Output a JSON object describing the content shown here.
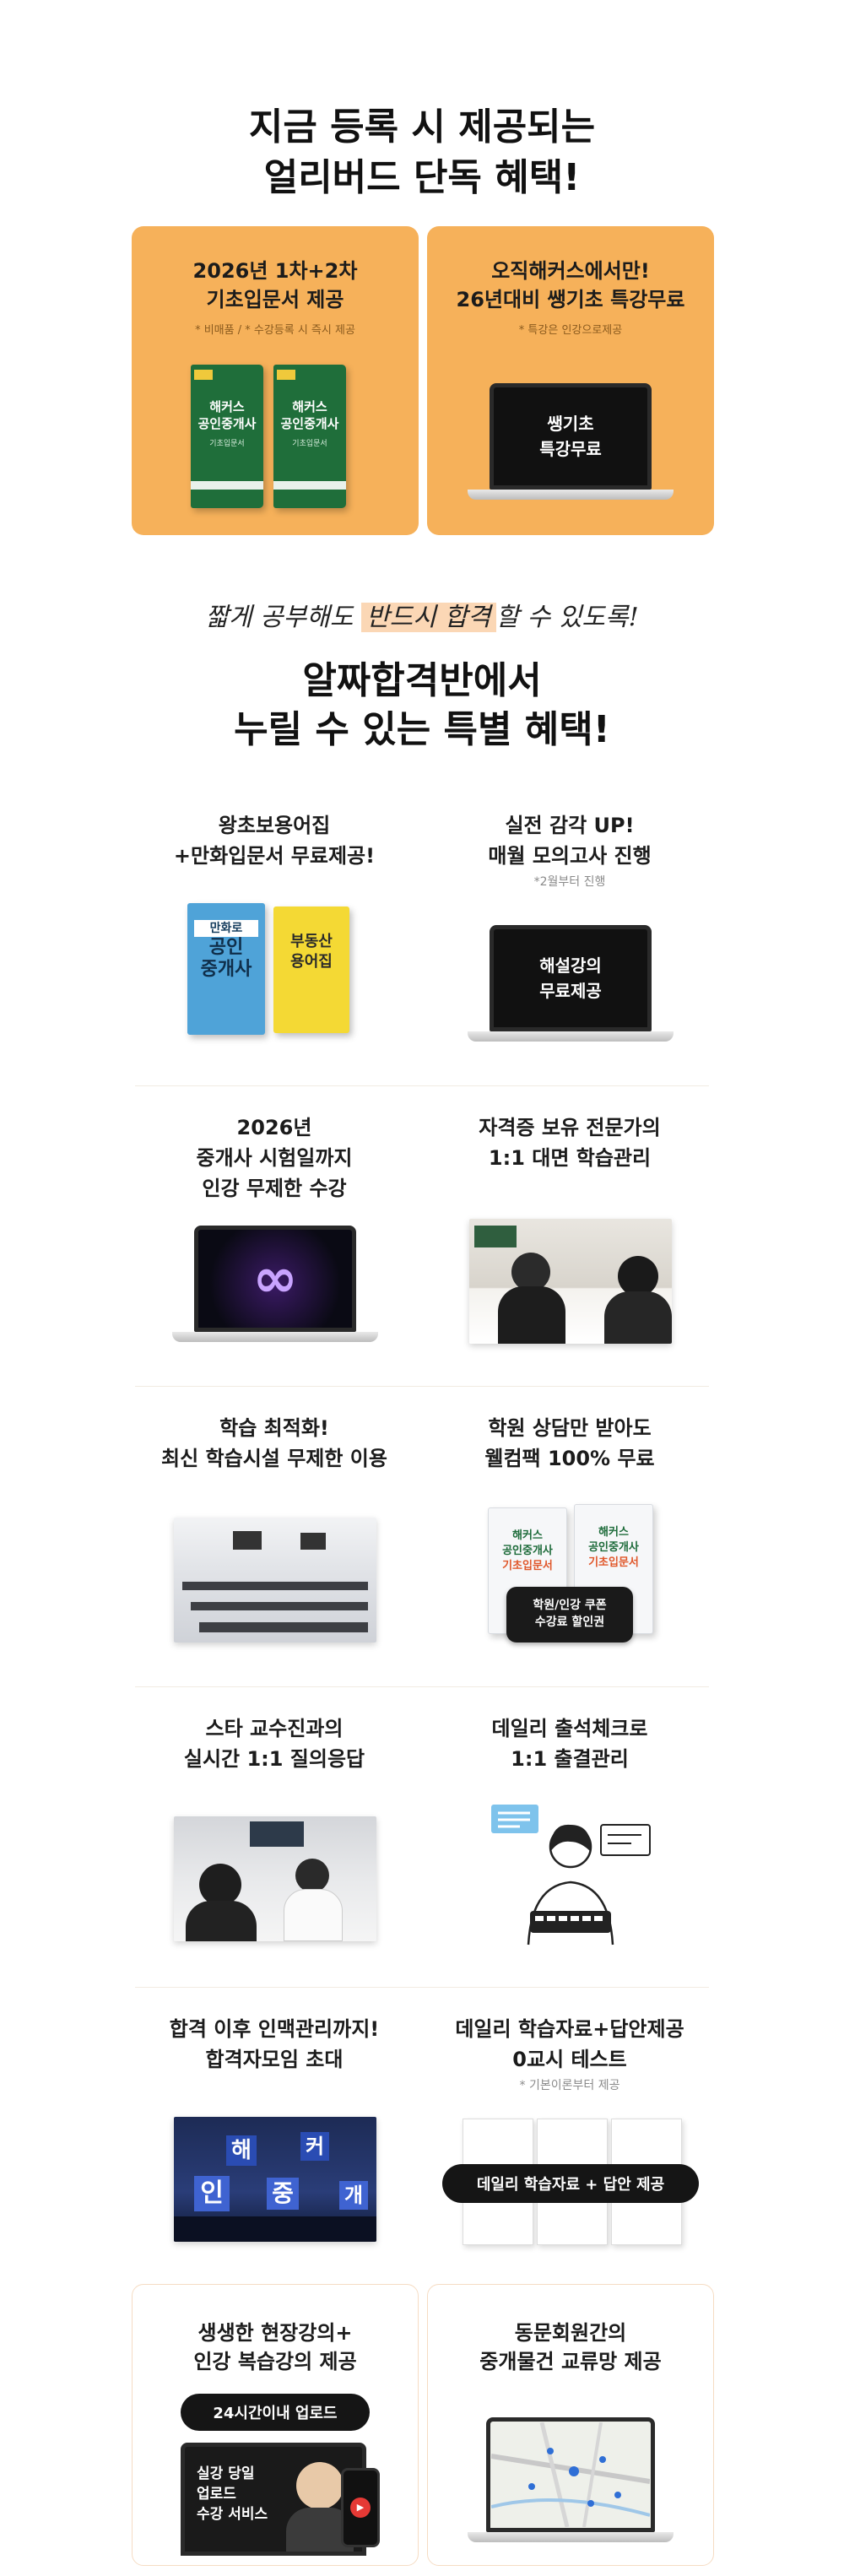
{
  "earlybird": {
    "title_line1": "지금 등록 시 제공되는",
    "title_line2": "얼리버드 단독 혜택!",
    "card1": {
      "title_line1": "2026년 1차+2차",
      "title_line2": "기초입문서 제공",
      "note": "* 비매품 / * 수강등록 시 즉시 제공",
      "book_title_line1": "해커스",
      "book_title_line2": "공인중개사",
      "book_subtitle": "기초입문서"
    },
    "card2": {
      "title_line1": "오직해커스에서만!",
      "title_line2": "26년대비 쌩기초 특강무료",
      "note": "* 특강은 인강으로제공",
      "screen_line1": "쌩기초",
      "screen_line2": "특강무료"
    }
  },
  "alzza": {
    "hand_pre": "짧게 공부해도 ",
    "hand_highlight": "반드시 합격",
    "hand_post": "할 수 있도록!",
    "title_line1": "알짜합격반에서",
    "title_line2": "누릴 수 있는 특별 혜택!"
  },
  "benefits": {
    "b1": {
      "line1": "왕초보용어집",
      "line2": "+만화입문서 무료제공!",
      "book1_line1": "만화로",
      "book1_line2": "공인",
      "book1_line3": "중개사",
      "book2_line1": "부동산",
      "book2_line2": "용어집"
    },
    "b2": {
      "line1": "실전 감각 UP!",
      "line2": "매월 모의고사 진행",
      "note": "*2월부터 진행",
      "screen_line1": "해설강의",
      "screen_line2": "무료제공"
    },
    "b3": {
      "line1": "2026년",
      "line2": "중개사 시험일까지",
      "line3": "인강 무제한 수강"
    },
    "b4": {
      "line1": "자격증 보유 전문가의",
      "line2": "1:1 대면 학습관리"
    },
    "b5": {
      "line1": "학습 최적화!",
      "line2": "최신 학습시설 무제한 이용"
    },
    "b6": {
      "line1": "학원 상담만 받아도",
      "line2": "웰컴팩 100% 무료",
      "coupon_line1": "학원/인강 쿠폰",
      "coupon_line2": "수강료 할인권",
      "book_line1": "해커스",
      "book_line2": "공인중개사",
      "book_line3": "기초입문서"
    },
    "b7": {
      "line1": "스타 교수진과의",
      "line2": "실시간 1:1 질의응답"
    },
    "b8": {
      "line1": "데일리 출석체크로",
      "line2": "1:1 출결관리"
    },
    "b9": {
      "line1": "합격 이후 인맥관리까지!",
      "line2": "합격자모임 초대",
      "sign1": "해",
      "sign2": "커",
      "sign3": "인",
      "sign4": "중",
      "sign5": "개"
    },
    "b10": {
      "line1": "데일리 학습자료+답안제공",
      "line2": "0교시 테스트",
      "note": "* 기본이론부터 제공",
      "pill": "데일리 학습자료 + 답안 제공"
    }
  },
  "bottom": {
    "card1": {
      "line1": "생생한 현장강의+",
      "line2": "인강 복습강의 제공",
      "pill": "24시간이내 업로드",
      "screen_line1": "실강 당일",
      "screen_line2": "업로드",
      "screen_line3": "수강 서비스"
    },
    "card2": {
      "line1": "동문회원간의",
      "line2": "중개물건 교류망 제공"
    }
  }
}
